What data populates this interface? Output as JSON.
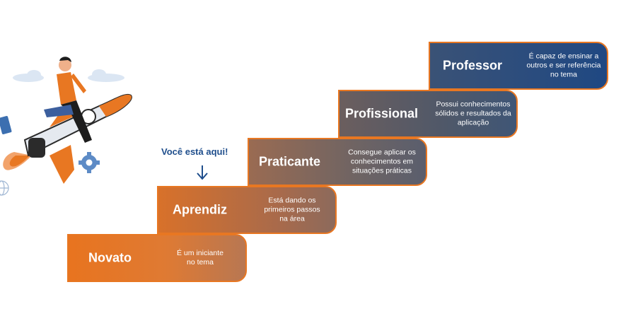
{
  "marker": {
    "text": "Você está aqui!"
  },
  "steps": [
    {
      "title": "Novato",
      "description": "É um iniciante no tema"
    },
    {
      "title": "Aprendiz",
      "description": "Está dando os primeiros passos na área"
    },
    {
      "title": "Praticante",
      "description": "Consegue aplicar os conhecimentos em situações práticas"
    },
    {
      "title": "Profissional",
      "description": "Possui conhecimentos sólidos e resultados da aplicação"
    },
    {
      "title": "Professor",
      "description": "É capaz de ensinar a outros e ser referência no tema"
    }
  ],
  "colors": {
    "orange": "#e87722",
    "navy": "#1f4e8c"
  },
  "icons": [
    "rocket-icon",
    "arrow-down-icon",
    "gear-icon",
    "cloud-icon",
    "globe-icon"
  ]
}
